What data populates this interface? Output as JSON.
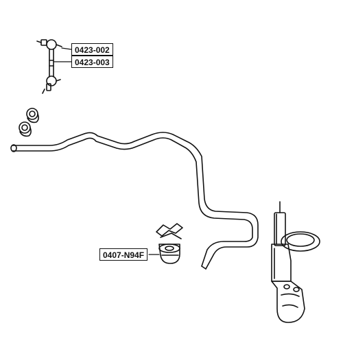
{
  "part_labels": {
    "stabilizer_link_front_left": "0423-002",
    "stabilizer_link_front_right": "0423-003",
    "stabilizer_bushing": "0407-N94F"
  },
  "colors": {
    "line": "#111111",
    "background": "#ffffff"
  },
  "icons": [
    "stabilizer-link-icon",
    "bushing-pair-icon",
    "stabilizer-bar-icon",
    "bushing-bracket-icon",
    "bushing-icon",
    "strut-assembly-icon"
  ]
}
